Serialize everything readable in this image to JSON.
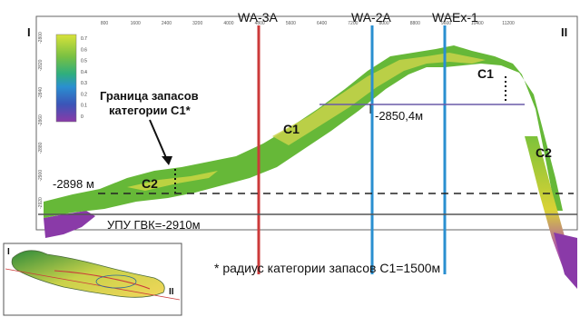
{
  "section": {
    "end_left": "I",
    "end_right": "II",
    "x_ticks": [
      "800",
      "1600",
      "2400",
      "3200",
      "4000",
      "4800",
      "5600",
      "6400",
      "7200",
      "8000",
      "8800",
      "9600",
      "10400",
      "11200"
    ],
    "y_ticks": [
      "-2800",
      "-2820",
      "-2840",
      "-2860",
      "-2880",
      "-2900",
      "-2920"
    ],
    "wells": [
      {
        "name": "WA-3A",
        "color": "#cc3a3a"
      },
      {
        "name": "WA-2A",
        "color": "#2a8fd0"
      },
      {
        "name": "WAEx-1",
        "color": "#2a8fd0"
      }
    ],
    "legend_ticks": [
      "0.7",
      "0.6",
      "0.5",
      "0.4",
      "0.3",
      "0.2",
      "0.1",
      "0"
    ]
  },
  "annotations": {
    "boundary_line1": "Граница запасов",
    "boundary_line2": "категории С1*",
    "c1_left": "C1",
    "c1_right": "C1",
    "c2_left": "C2",
    "c2_right": "C2",
    "depth_left": "-2898 м",
    "depth_top": "-2850,4м",
    "owc": "УПУ ГВК=-2910м",
    "footnote": "* радиус категории запасов С1=1500м"
  },
  "inset": {
    "label_i": "I",
    "label_ii": "II"
  },
  "colors": {
    "gwc_line": "#555555",
    "dashed": "#222222",
    "level_2850": "#6a5aa8",
    "seismic_green": "#66b838",
    "seismic_yellow": "#d8d238",
    "seismic_purple": "#8a3aa8"
  }
}
